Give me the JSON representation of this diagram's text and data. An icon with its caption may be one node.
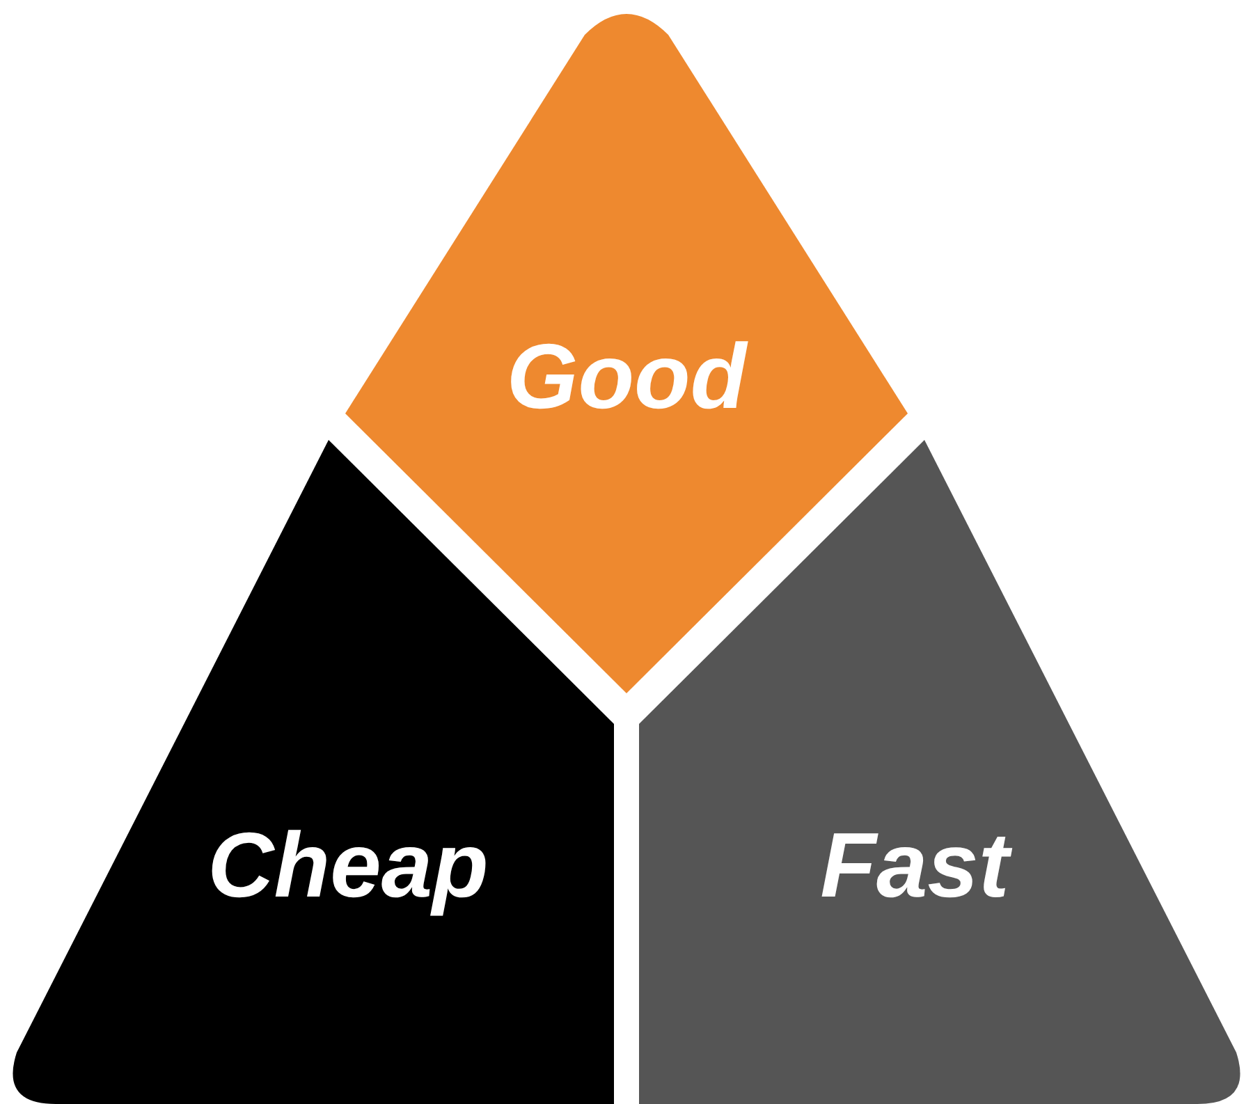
{
  "diagram": {
    "nodes": [
      {
        "text": [
          "Good"
        ]
      },
      {
        "text": [
          "Cheap"
        ]
      },
      {
        "text": [
          "Fast"
        ]
      }
    ]
  }
}
